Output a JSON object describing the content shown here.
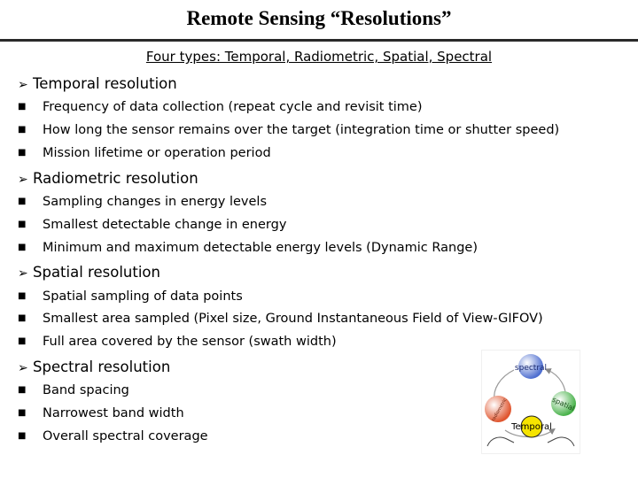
{
  "slide": {
    "title": "Remote Sensing “Resolutions”",
    "subtitle": "Four types: Temporal, Radiometric, Spatial, Spectral"
  },
  "sections": [
    {
      "heading": "Temporal resolution",
      "bullets": [
        "Frequency of data collection (repeat cycle and revisit time)",
        "How long the sensor remains over the target (integration time or shutter speed)",
        "Mission lifetime or operation period"
      ]
    },
    {
      "heading": "Radiometric resolution",
      "bullets": [
        "Sampling changes in energy levels",
        "Smallest detectable change in energy",
        "Minimum and maximum detectable energy levels (Dynamic Range)"
      ]
    },
    {
      "heading": "Spatial resolution",
      "bullets": [
        "Spatial sampling of data points",
        "Smallest area sampled (Pixel size, Ground Instantaneous Field of View-GIFOV)",
        "Full area covered by the sensor (swath width)"
      ]
    },
    {
      "heading": "Spectral resolution",
      "bullets": [
        "Band spacing",
        "Narrowest band width",
        "Overall spectral coverage"
      ]
    }
  ],
  "figure": {
    "center_label": "Temporal",
    "ball_labels": [
      "spectral",
      "radiometric",
      "spatial"
    ],
    "colors": {
      "spectral": "#4f6fd0",
      "radiometric": "#e0562f",
      "spatial": "#49b24b",
      "temporal": "#f6e400"
    }
  }
}
